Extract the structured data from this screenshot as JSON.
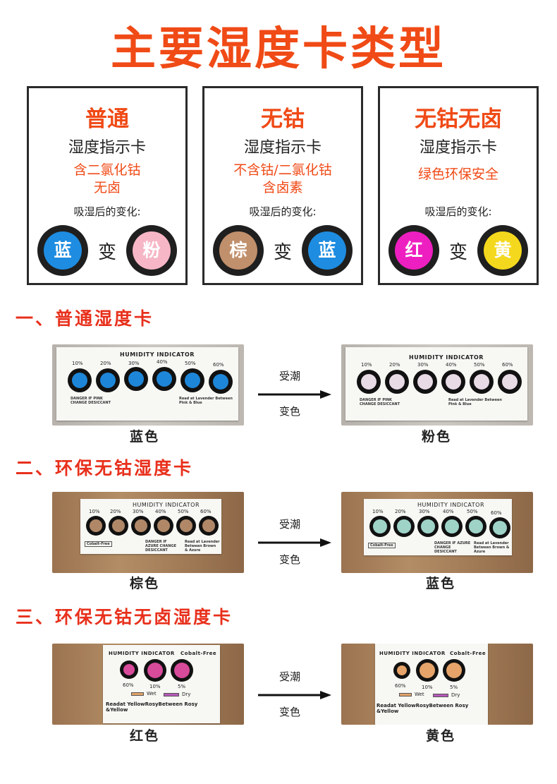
{
  "title": "主要湿度卡类型",
  "types": [
    {
      "name": "普通",
      "subtitle": "湿度指示卡",
      "desc": [
        "含二氯化钴",
        "无卤"
      ],
      "change_label": "吸湿后的变化:",
      "from": "蓝",
      "to": "粉",
      "connector": "变",
      "from_color": "#1e8ce0",
      "to_color": "#f6b6c6"
    },
    {
      "name": "无钴",
      "subtitle": "湿度指示卡",
      "desc": [
        "不含钴/二氯化钴",
        "含卤素"
      ],
      "change_label": "吸湿后的变化:",
      "from": "棕",
      "to": "蓝",
      "connector": "变",
      "from_color": "#c08f6b",
      "to_color": "#1e8ce0"
    },
    {
      "name": "无钴无卤",
      "subtitle": "湿度指示卡",
      "desc": [
        "绿色环保安全"
      ],
      "change_label": "吸湿后的变化:",
      "from": "红",
      "to": "黄",
      "connector": "变",
      "from_color": "#ee1fc0",
      "to_color": "#f4d81d"
    }
  ],
  "sections": [
    {
      "title": "一、普通湿度卡",
      "before_caption": "蓝色",
      "after_caption": "粉色",
      "arrow_top": "受潮",
      "arrow_bottom": "变色",
      "card": {
        "heading": "HUMIDITY INDICATOR",
        "levels": [
          "10%",
          "20%",
          "30%",
          "40%",
          "50%",
          "60%"
        ],
        "note_left": "DANGER IF PINK CHANGE DESICCANT",
        "note_right": "Read at Lavender Between Pink & Blue",
        "before_color": "#1e86d8",
        "after_color": "#e8dbe6"
      }
    },
    {
      "title": "二、环保无钴湿度卡",
      "before_caption": "棕色",
      "after_caption": "蓝色",
      "arrow_top": "受潮",
      "arrow_bottom": "变色",
      "card": {
        "heading": "HUMIDITY INDICATOR",
        "levels": [
          "10%",
          "20%",
          "30%",
          "40%",
          "50%",
          "60%"
        ],
        "note_left": "Cobalt-Free",
        "note_mid": "DANGER IF AZURE CHANGE DESICCANT",
        "note_right": "Read at Lavender Between Brown & Azure",
        "before_color": "#b08868",
        "after_color": "#9fd3c8"
      }
    },
    {
      "title": "三、环保无钴无卤湿度卡",
      "before_caption": "红色",
      "after_caption": "黄色",
      "arrow_top": "受潮",
      "arrow_bottom": "变色",
      "card": {
        "heading": "HUMIDITY INDICATOR",
        "subheading": "Cobalt-Free",
        "levels": [
          "60%",
          "10%",
          "5%"
        ],
        "legend_wet": "Wet",
        "legend_dry": "Dry",
        "note_bottom": "Readat YellowRosyBetween Rosy &Yellow",
        "before_color": "#d84a9a",
        "after_color": "#e6a46a"
      }
    }
  ]
}
